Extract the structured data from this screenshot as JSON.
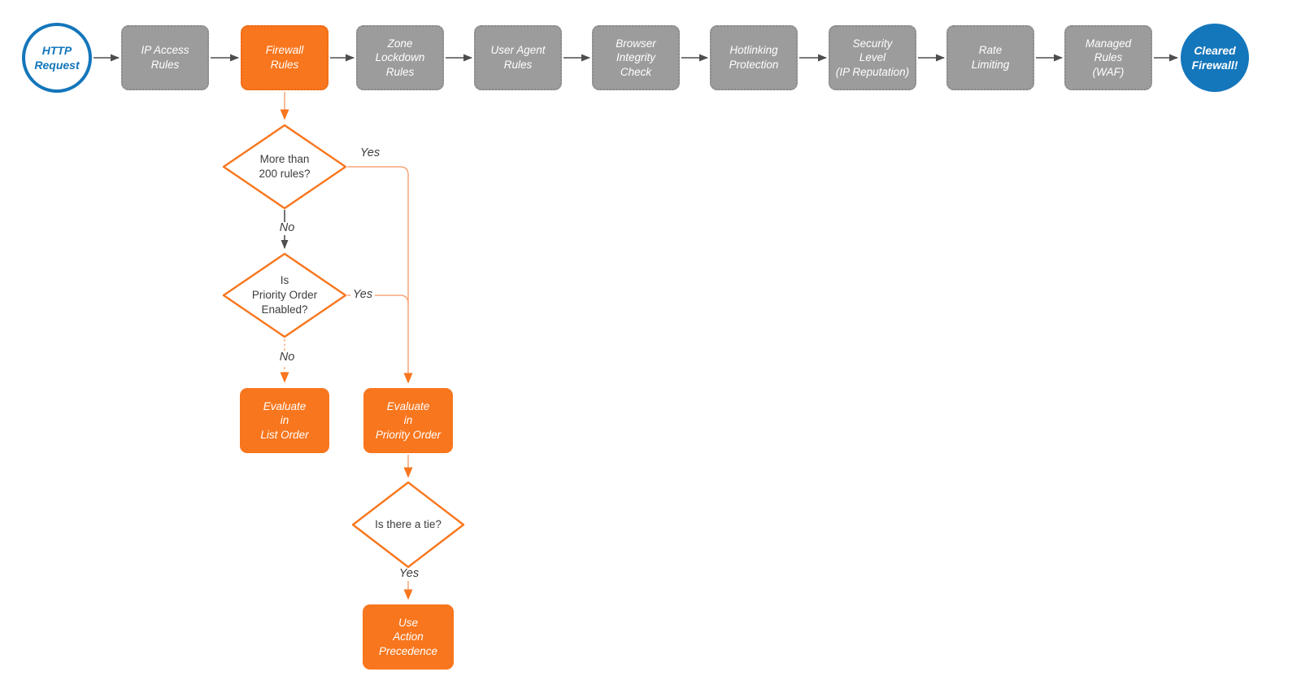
{
  "flowchart": {
    "start": {
      "label": "HTTP\nRequest"
    },
    "end": {
      "label": "Cleared\nFirewall!"
    },
    "pipeline": [
      {
        "label": "IP Access\nRules"
      },
      {
        "label": "Firewall\nRules"
      },
      {
        "label": "Zone\nLockdown\nRules"
      },
      {
        "label": "User Agent\nRules"
      },
      {
        "label": "Browser\nIntegrity\nCheck"
      },
      {
        "label": "Hotlinking\nProtection"
      },
      {
        "label": "Security\nLevel\n(IP Reputation)"
      },
      {
        "label": "Rate\nLimiting"
      },
      {
        "label": "Managed\nRules\n(WAF)"
      }
    ],
    "decisions": [
      {
        "question": "More than\n200 rules?",
        "yes_label": "Yes",
        "no_label": "No"
      },
      {
        "question": "Is\nPriority Order\nEnabled?",
        "yes_label": "Yes",
        "no_label": "No"
      },
      {
        "question": "Is there a tie?",
        "yes_label": "Yes"
      }
    ],
    "actions": [
      {
        "label": "Evaluate\nin\nList Order"
      },
      {
        "label": "Evaluate\nin\nPriority Order"
      },
      {
        "label": "Use\nAction\nPrecedence"
      }
    ],
    "colors": {
      "orange": "#F8761D",
      "orange_border": "#EA6A12",
      "orange_line": "#F6A578",
      "gray_node": "#9C9C9C",
      "gray_border": "#8A8A8A",
      "gray_line": "#4E4E4E",
      "blue": "#1476BB",
      "text_dark": "#3D3D3D"
    }
  }
}
